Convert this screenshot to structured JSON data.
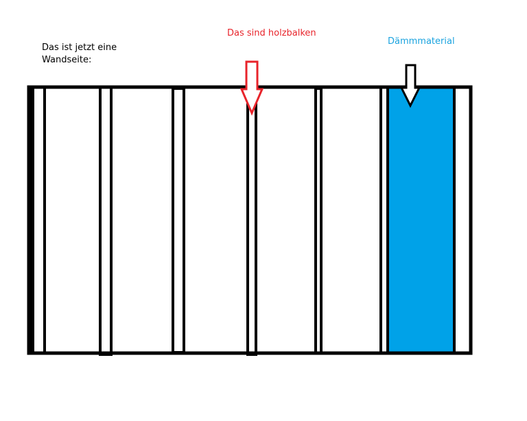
{
  "labels": {
    "wall_side": [
      "Das ist jetzt eine",
      "Wandseite:"
    ],
    "beams": "Das sind holzbalken",
    "insulation": "Dämmmaterial"
  },
  "colors": {
    "outline": "#000000",
    "beam_label": "#e8242b",
    "beam_arrow": "#e8242b",
    "insulation_label": "#1aa3df",
    "insulation_fill": "#00a2e8",
    "background": "#ffffff"
  }
}
